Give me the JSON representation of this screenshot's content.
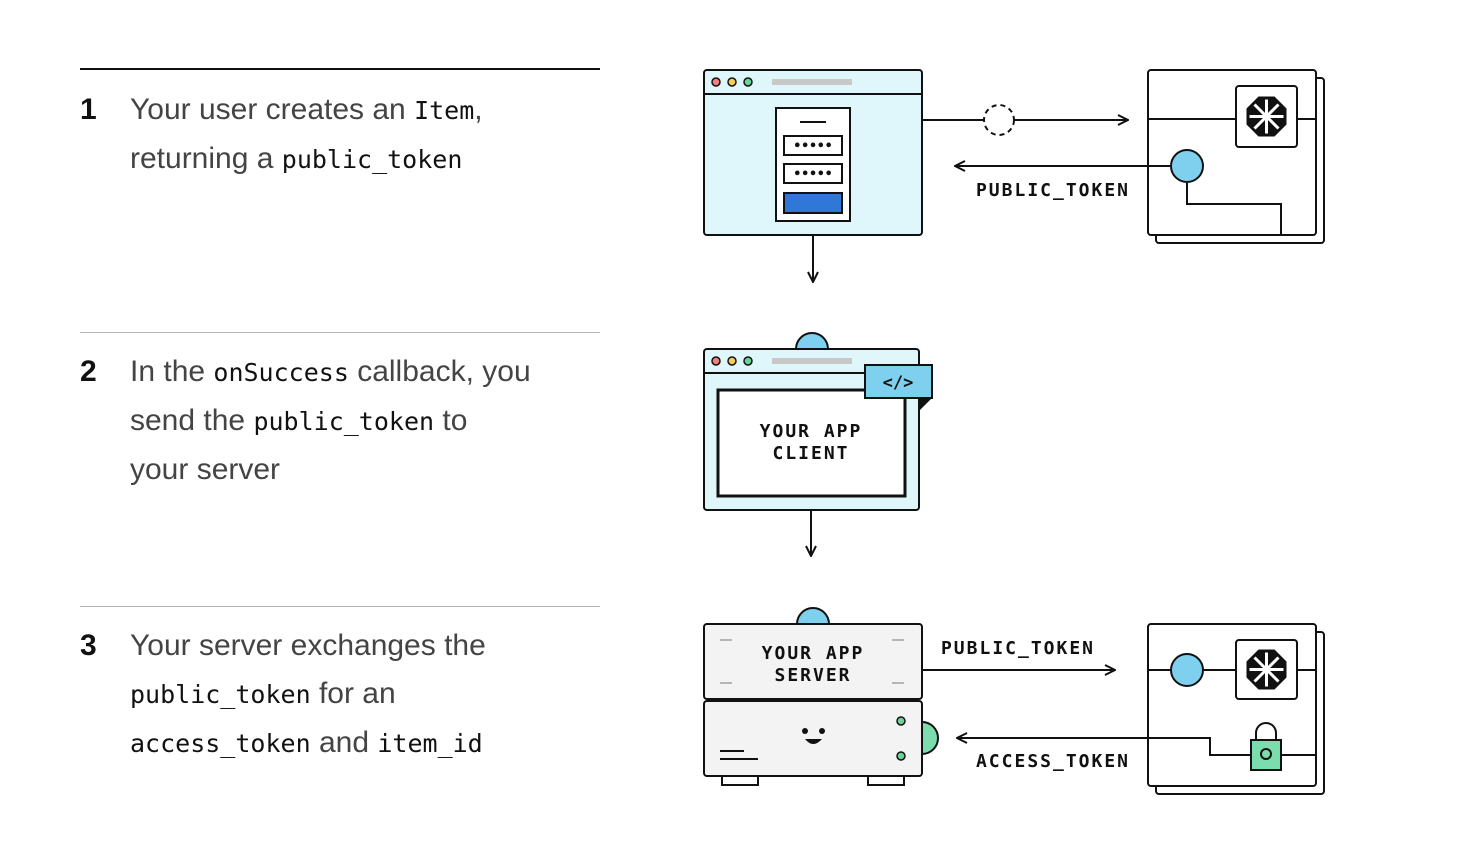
{
  "steps": [
    {
      "number": "1",
      "lines": [
        [
          {
            "t": "Your user creates an ",
            "code": false
          },
          {
            "t": "Item",
            "code": true
          },
          {
            "t": ",",
            "code": false
          }
        ],
        [
          {
            "t": "returning a ",
            "code": false
          },
          {
            "t": "public_token",
            "code": true
          }
        ]
      ]
    },
    {
      "number": "2",
      "lines": [
        [
          {
            "t": "In the ",
            "code": false
          },
          {
            "t": "onSuccess",
            "code": true
          },
          {
            "t": " callback, you",
            "code": false
          }
        ],
        [
          {
            "t": "send the ",
            "code": false
          },
          {
            "t": "public_token",
            "code": true
          },
          {
            "t": " to",
            "code": false
          }
        ],
        [
          {
            "t": "your server",
            "code": false
          }
        ]
      ]
    },
    {
      "number": "3",
      "lines": [
        [
          {
            "t": "Your server exchanges the",
            "code": false
          }
        ],
        [
          {
            "t": "public_token",
            "code": true
          },
          {
            "t": " for an",
            "code": false
          }
        ],
        [
          {
            "t": "access_token",
            "code": true
          },
          {
            "t": " and ",
            "code": false
          },
          {
            "t": "item_id",
            "code": true
          }
        ]
      ]
    }
  ],
  "diagram": {
    "public_token_label": "PUBLIC_TOKEN",
    "code_tag": "</>",
    "client_line1": "YOUR APP",
    "client_line2": "CLIENT",
    "server_line1": "YOUR APP",
    "server_line2": "SERVER",
    "server_public_token_label": "PUBLIC_TOKEN",
    "access_token_label": "ACCESS_TOKEN"
  },
  "colors": {
    "ink": "#111111",
    "browser_fill": "#dff6fb",
    "button_blue": "#2f78d8",
    "token_blue": "#7fd0ef",
    "lock_green": "#7bdcae",
    "dot_red": "#f07f7f",
    "dot_yellow": "#f2cf5b",
    "dot_green": "#6ad49b",
    "server_fill": "#f3f3f3"
  }
}
